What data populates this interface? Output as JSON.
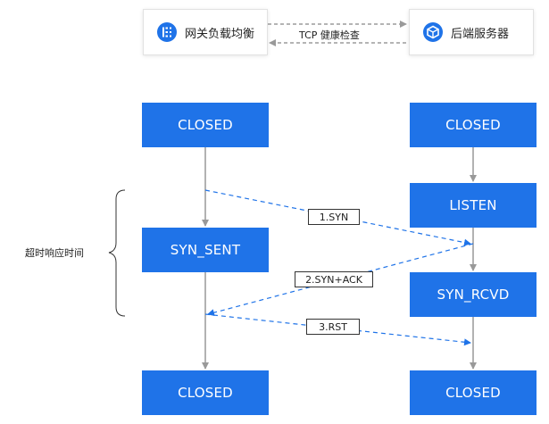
{
  "top": {
    "gateway_label": "网关负载均衡",
    "backend_label": "后端服务器",
    "connection_label": "TCP 健康检查"
  },
  "left_states": [
    "CLOSED",
    "SYN_SENT",
    "CLOSED"
  ],
  "right_states": [
    "CLOSED",
    "LISTEN",
    "SYN_RCVD",
    "CLOSED"
  ],
  "messages": [
    "1.SYN",
    "2.SYN+ACK",
    "3.RST"
  ],
  "timeout_label": "超时响应时间",
  "colors": {
    "state_fill": "#1f73e8",
    "arrow_dashed": "#1f73e8",
    "arrow_solid": "#999999"
  },
  "icons": {
    "gateway": "gateway-icon",
    "backend": "server-cube-icon"
  }
}
